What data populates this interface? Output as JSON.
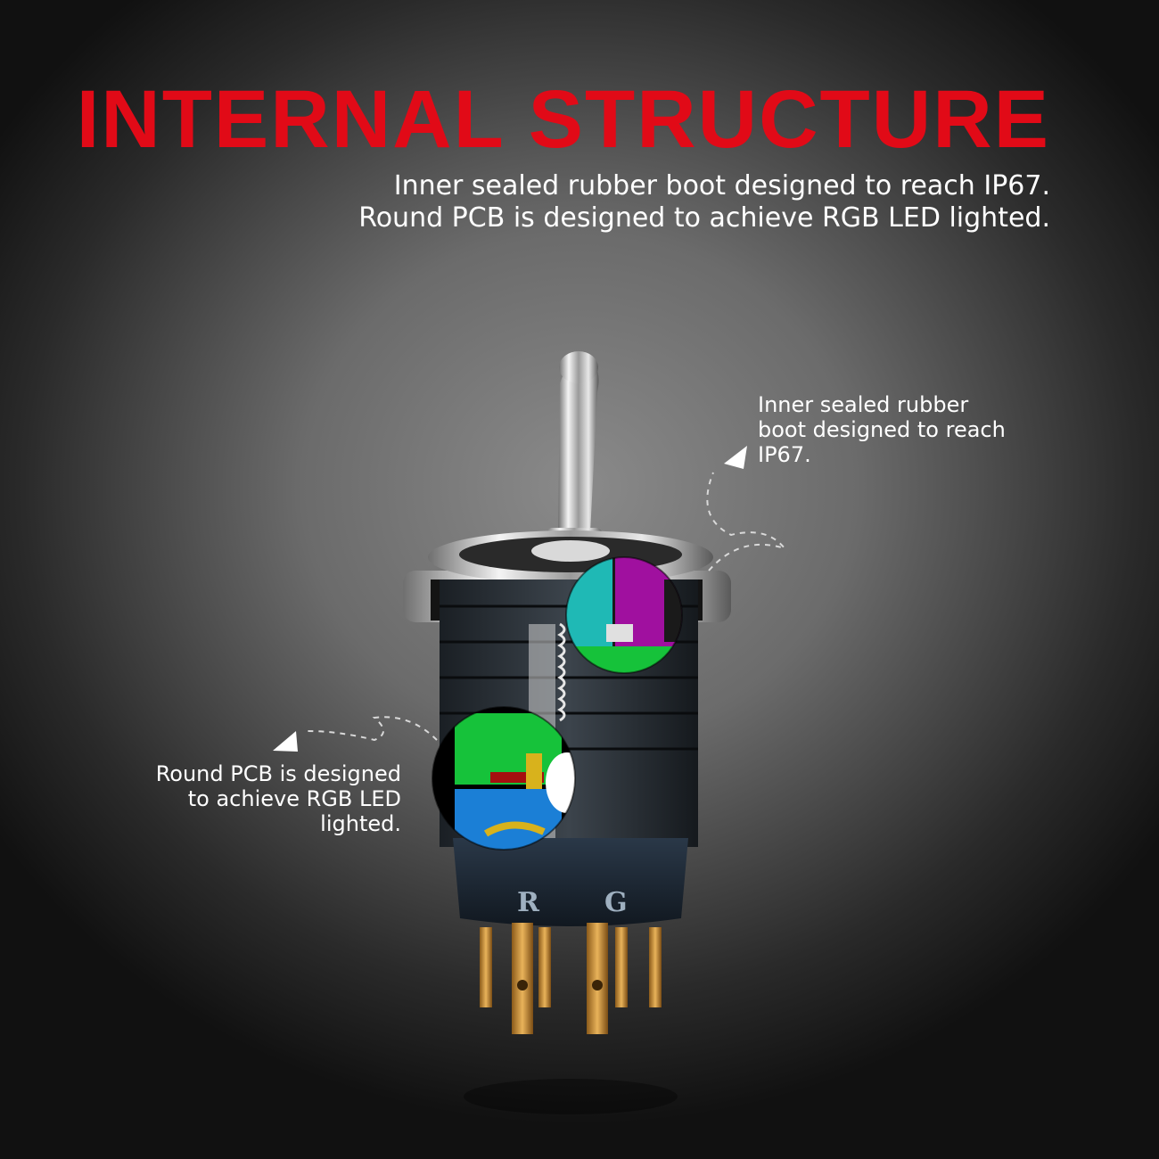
{
  "headline": "INTERNAL STRUCTURE",
  "subtitle_lines": [
    "Inner sealed rubber boot designed to reach IP67.",
    "Round PCB is designed to achieve RGB LED lighted."
  ],
  "callouts": {
    "right": [
      "Inner sealed rubber",
      "boot designed to reach",
      "IP67."
    ],
    "left": [
      "Round PCB is designed",
      "to achieve RGB LED",
      "lighted."
    ]
  },
  "terminal_marks": {
    "red": "R",
    "green": "G"
  },
  "colors": {
    "headline": "#e10a17",
    "text": "#ffffff",
    "cutaway_cyan": "#1fb9b5",
    "cutaway_magenta": "#a0109f",
    "cutaway_green": "#16c23a",
    "cutaway_blue": "#1b7fd6",
    "cutaway_red": "#a50f0f",
    "cutaway_yellow": "#d8b21c",
    "terminal_gold": "#d69a3a"
  },
  "icons": [
    "callout-arrow-icon"
  ]
}
